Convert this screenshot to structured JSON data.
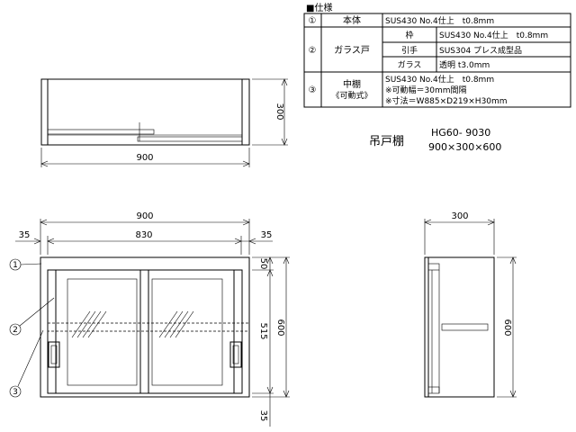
{
  "spec": {
    "heading": "■仕様",
    "rows": [
      {
        "no": "①",
        "part": "本体",
        "sub": "",
        "detail": "SUS430 No.4仕上　t0.8mm"
      },
      {
        "no": "②",
        "part": "ガラス戸",
        "sub": "枠",
        "detail": "SUS430 No.4仕上　t0.8mm"
      },
      {
        "no": "",
        "part": "",
        "sub": "引手",
        "detail": "SUS304 プレス成型品"
      },
      {
        "no": "",
        "part": "",
        "sub": "ガラス",
        "detail": "透明 t3.0mm"
      },
      {
        "no": "③",
        "part": "中棚",
        "part2": "《可動式》",
        "sub": "",
        "detail": "SUS430 No.4仕上　t0.8mm",
        "detail2": "※可動幅＝30mm間隔",
        "detail3": "※寸法＝W885×D219×H30mm"
      }
    ]
  },
  "product": {
    "name": "吊戸棚",
    "model": "HG60- 9030",
    "size": "900×300×600"
  },
  "top_view": {
    "dim_width": "900",
    "dim_depth": "300"
  },
  "front_view": {
    "dim_total": "900",
    "dim_inner": "830",
    "dim_left": "35",
    "dim_right": "35",
    "dim_top": "50",
    "dim_middle": "515",
    "dim_bottom": "35",
    "dim_height": "600",
    "callouts": [
      "1",
      "2",
      "3"
    ]
  },
  "side_view": {
    "dim_depth": "300",
    "dim_height": "600"
  }
}
